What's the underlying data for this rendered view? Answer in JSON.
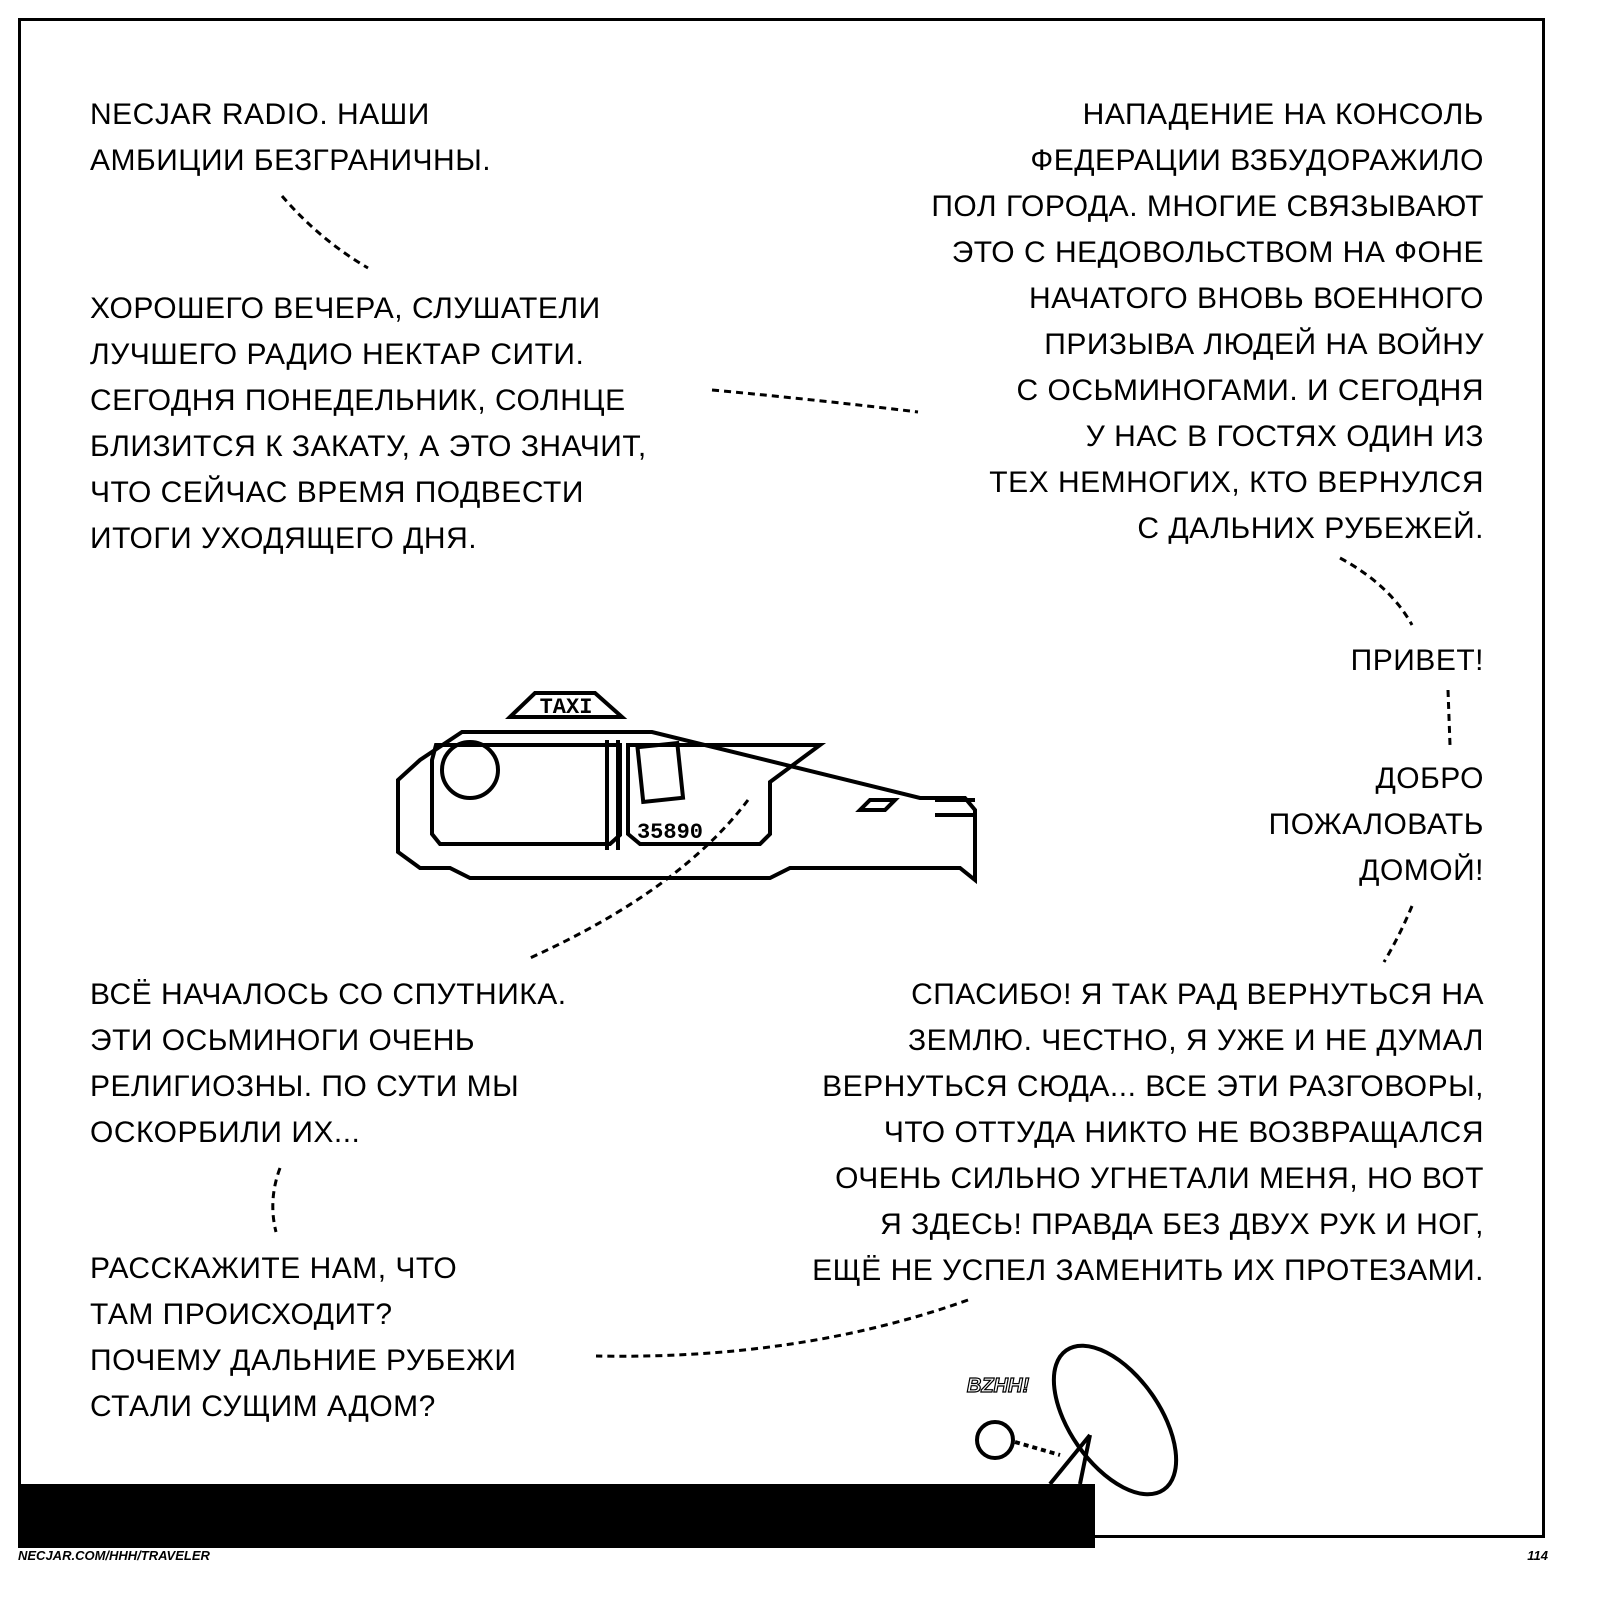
{
  "blocks": {
    "intro": {
      "align": "left",
      "lines": [
        "NECJAR RADIO. НАШИ",
        "АМБИЦИИ БЕЗГРАНИЧНЫ."
      ]
    },
    "greeting": {
      "align": "left",
      "lines": [
        "ХОРОШЕГО ВЕЧЕРА, СЛУШАТЕЛИ",
        "ЛУЧШЕГО РАДИО НЕКТАР СИТИ.",
        "СЕГОДНЯ ПОНЕДЕЛЬНИК, СОЛНЦЕ",
        "БЛИЗИТСЯ К ЗАКАТУ, А ЭТО ЗНАЧИТ,",
        "ЧТО СЕЙЧАС ВРЕМЯ ПОДВЕСТИ",
        "ИТОГИ УХОДЯЩЕГО ДНЯ."
      ]
    },
    "news": {
      "align": "right",
      "lines": [
        "НАПАДЕНИЕ НА КОНСОЛЬ",
        "ФЕДЕРАЦИИ ВЗБУДОРАЖИЛО",
        "ПОЛ ГОРОДА. МНОГИЕ СВЯЗЫВАЮТ",
        "ЭТО С НЕДОВОЛЬСТВОМ НА ФОНЕ",
        "НАЧАТОГО ВНОВЬ ВОЕННОГО",
        "ПРИЗЫВА ЛЮДЕЙ НА ВОЙНУ",
        "С ОСЬМИНОГАМИ. И СЕГОДНЯ",
        "У НАС В ГОСТЯХ ОДИН ИЗ",
        "ТЕХ НЕМНОГИХ, КТО ВЕРНУЛСЯ",
        "С ДАЛЬНИХ РУБЕЖЕЙ."
      ]
    },
    "hello": {
      "align": "right",
      "lines": [
        "ПРИВЕТ!"
      ]
    },
    "welcome": {
      "align": "right",
      "lines": [
        "ДОБРО",
        "ПОЖАЛОВАТЬ",
        "ДОМОЙ!"
      ]
    },
    "thanks": {
      "align": "right",
      "lines": [
        "СПАСИБО! Я ТАК РАД ВЕРНУТЬСЯ НА",
        "ЗЕМЛЮ. ЧЕСТНО, Я УЖЕ И НЕ ДУМАЛ",
        "ВЕРНУТЬСЯ СЮДА... ВСЕ ЭТИ РАЗГОВОРЫ,",
        "ЧТО ОТТУДА НИКТО НЕ ВОЗВРАЩАЛСЯ",
        "ОЧЕНЬ СИЛЬНО УГНЕТАЛИ МЕНЯ, НО ВОТ",
        "Я ЗДЕСЬ! ПРАВДА БЕЗ ДВУХ РУК И НОГ,",
        "ЕЩЁ НЕ УСПЕЛ ЗАМЕНИТЬ ИХ ПРОТЕЗАМИ."
      ]
    },
    "satellite": {
      "align": "left",
      "lines": [
        "ВСЁ НАЧАЛОСЬ СО СПУТНИКА.",
        "ЭТИ ОСЬМИНОГИ ОЧЕНЬ",
        "РЕЛИГИОЗНЫ. ПО СУТИ МЫ",
        "ОСКОРБИЛИ ИХ..."
      ]
    },
    "question": {
      "align": "left",
      "lines": [
        "РАССКАЖИТЕ НАМ, ЧТО",
        "ТАМ ПРОИСХОДИТ?",
        "ПОЧЕМУ ДАЛЬНИЕ РУБЕЖИ",
        "СТАЛИ СУЩИМ АДОМ?"
      ]
    }
  },
  "taxi": {
    "sign": "TAXI",
    "number": "35890"
  },
  "sound_effect": "BZHH!",
  "footer": {
    "url": "NECJAR.COM/HHH/TRAVELER",
    "page": "114"
  }
}
